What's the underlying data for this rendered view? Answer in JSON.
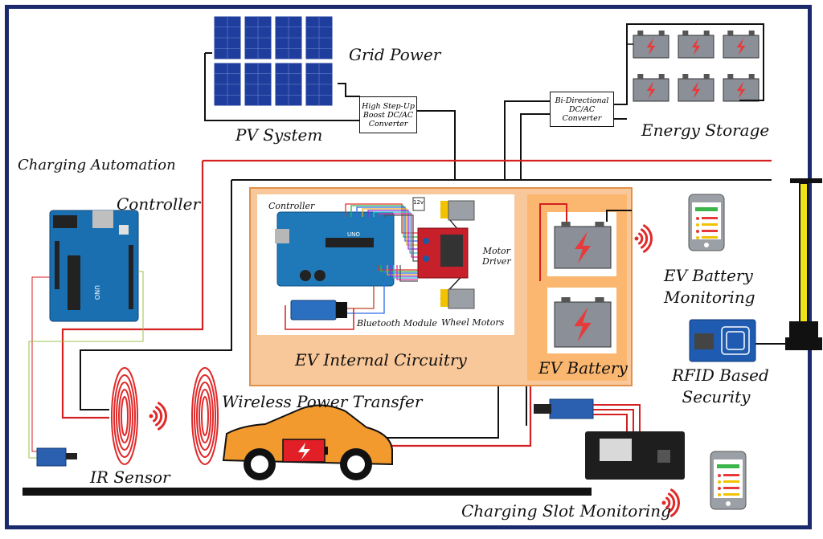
{
  "labels": {
    "grid_power": "Grid Power",
    "pv_system": "PV System",
    "energy_storage": "Energy Storage",
    "charging_automation": "Charging Automation",
    "controller_main": "Controller",
    "controller_inner": "Controller",
    "ev_internal_circuitry": "EV Internal Circuitry",
    "ev_battery": "EV Battery",
    "ev_battery_monitoring_1": "EV Battery",
    "ev_battery_monitoring_2": "Monitoring",
    "rfid_1": "RFID Based",
    "rfid_2": "Security",
    "wireless_power_transfer": "Wireless Power Transfer",
    "ir_sensor": "IR Sensor",
    "charging_slot_monitoring": "Charging Slot Monitoring",
    "motor_driver_1": "Motor",
    "motor_driver_2": "Driver",
    "bluetooth_module": "Bluetooth Module",
    "wheel_motors": "Wheel Motors",
    "battery_small": "12v"
  },
  "converters": {
    "boost_1": "High Step-Up",
    "boost_2": "Boost DC/AC",
    "boost_3": "Converter",
    "bidir_1": "Bi-Directional",
    "bidir_2": "DC/AC",
    "bidir_3": "Converter"
  },
  "colors": {
    "frame": "#1a2a6c",
    "wire_red": "#d42020",
    "wire_black": "#111111",
    "ev_panel": "#f9c89a",
    "ev_panel_border": "#e0904a",
    "car": "#f39a2e",
    "solar": "#1f3d9c",
    "battery": "#8a8f98",
    "coil": "#e02a2a",
    "arduino": "#1a6fb0"
  },
  "icons": {
    "solar": "solar-panel-icon",
    "storage": "battery-bank-icon",
    "arduino": "arduino-board-icon",
    "car": "electric-car-icon",
    "phone": "smartphone-icon",
    "rfid": "rfid-reader-icon",
    "signal": "wireless-signal-icon",
    "coil": "inductive-coil-icon"
  }
}
